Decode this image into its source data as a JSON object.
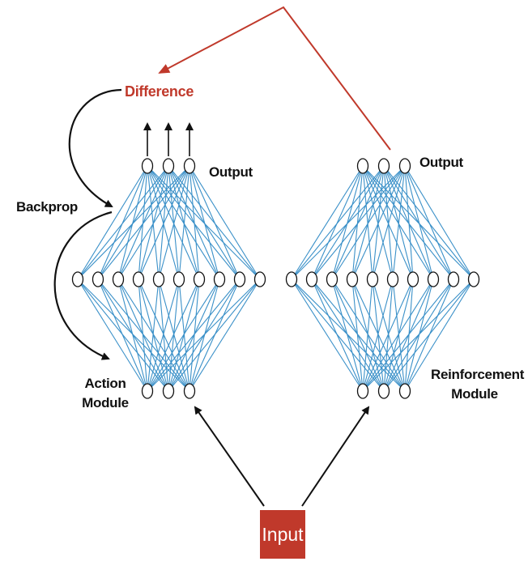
{
  "labels": {
    "difference": "Difference",
    "output_left": "Output",
    "output_right": "Output",
    "backprop": "Backprop",
    "action_module_line1": "Action",
    "action_module_line2": "Module",
    "reinforcement_module_line1": "Reinforcement",
    "reinforcement_module_line2": "Module",
    "input": "Input"
  },
  "colors": {
    "connection": "#3a90c8",
    "feedback_arrow": "#c0392b",
    "difference_text": "#c0392b",
    "input_box": "#c0392b",
    "black_arrows": "#111111"
  },
  "networks": [
    {
      "name": "action-module",
      "layers": [
        3,
        10,
        3
      ]
    },
    {
      "name": "reinforcement-module",
      "layers": [
        3,
        10,
        3
      ]
    }
  ]
}
